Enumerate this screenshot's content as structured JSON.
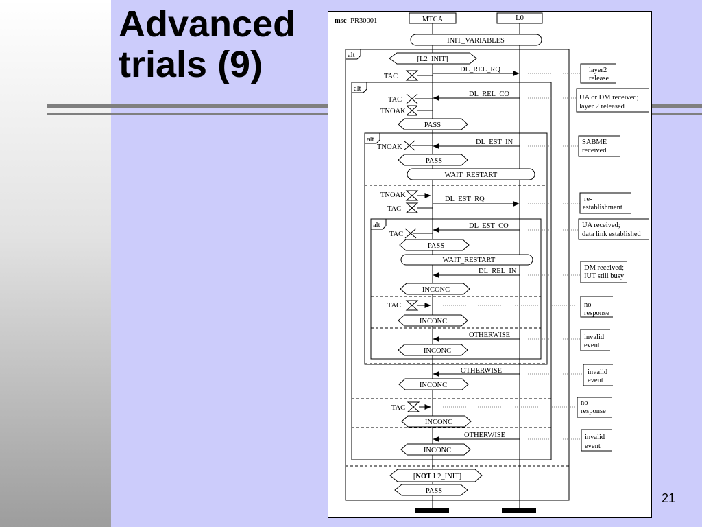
{
  "slide": {
    "title_line1": "Advanced",
    "title_line2": "trials (9)",
    "page_number": "21"
  },
  "msc": {
    "keyword": "msc",
    "name": "PR30001",
    "instances": [
      "MTCA",
      "L0"
    ],
    "alt_label": "alt",
    "conditions": {
      "init_variables": "INIT_VARIABLES",
      "wait_restart": "WAIT_RESTART",
      "l2_init": "[L2_INIT]",
      "not_open": "[",
      "not_keyword": "NOT",
      "not_rest": " L2_INIT]"
    },
    "verdicts": {
      "pass": "PASS",
      "inconc": "INCONC"
    },
    "timers": {
      "tac": "TAC",
      "tnoak": "TNOAK"
    },
    "messages": {
      "dl_rel_rq": "DL_REL_RQ",
      "dl_rel_co": "DL_REL_CO",
      "dl_est_in": "DL_EST_IN",
      "dl_est_rq": "DL_EST_RQ",
      "dl_est_co": "DL_EST_CO",
      "dl_rel_in": "DL_REL_IN",
      "otherwise": "OTHERWISE"
    },
    "comments": [
      [
        "layer2",
        "release"
      ],
      [
        "UA or DM received;",
        "layer 2 released"
      ],
      [
        "SABME",
        "received"
      ],
      [
        "re-",
        "establishment"
      ],
      [
        "UA received;",
        "data link  established"
      ],
      [
        "DM received;",
        "IUT still busy"
      ],
      [
        "no",
        "response"
      ],
      [
        "invalid",
        "event"
      ],
      [
        "invalid",
        "event"
      ],
      [
        "no",
        "response"
      ],
      [
        "invalid",
        "event"
      ]
    ]
  }
}
